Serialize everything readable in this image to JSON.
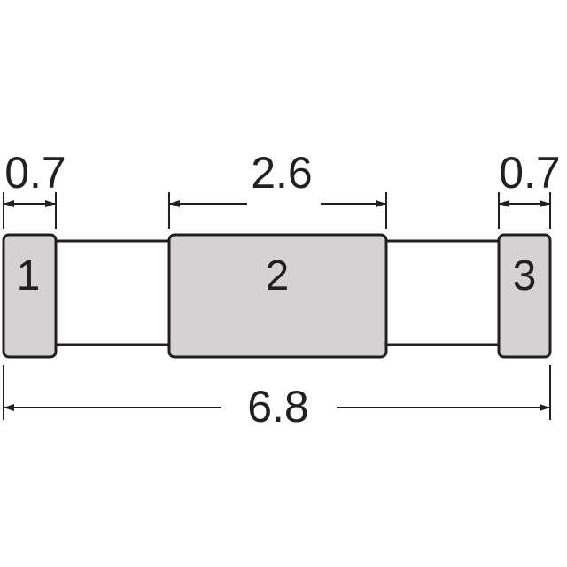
{
  "diagram": {
    "pads": [
      {
        "label": "1"
      },
      {
        "label": "2"
      },
      {
        "label": "3"
      }
    ],
    "dimensions": {
      "left_pad_width": "0.7",
      "center_pad_width": "2.6",
      "right_pad_width": "0.7",
      "overall_length": "6.8"
    },
    "colors": {
      "pad_fill": "#d4d2d2",
      "line": "#231f20",
      "background": "#ffffff"
    }
  }
}
